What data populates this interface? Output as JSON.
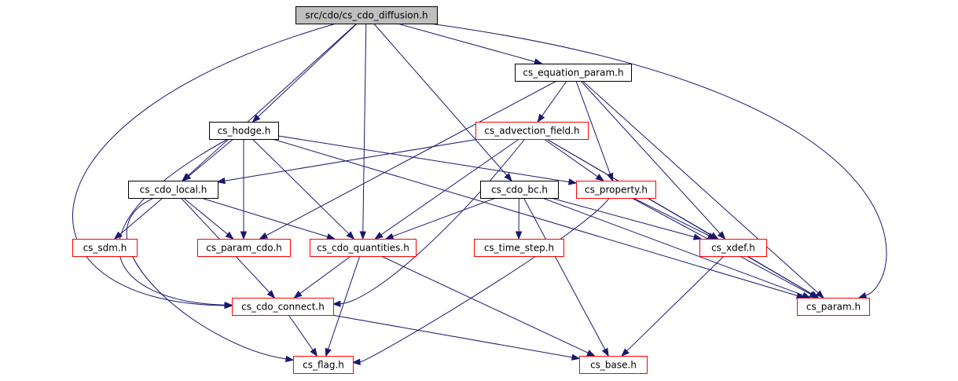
{
  "colors": {
    "root_fill": "#bfbfbf",
    "root_stroke": "#000000",
    "documented_stroke": "#000000",
    "undocumented_stroke": "#ff0000",
    "edge": "#191970"
  },
  "nodes": [
    {
      "id": "root",
      "label": "src/cdo/cs_cdo_diffusion.h",
      "kind": "root"
    },
    {
      "id": "equation_param",
      "label": "cs_equation_param.h",
      "kind": "documented"
    },
    {
      "id": "advection_field",
      "label": "cs_advection_field.h",
      "kind": "undocumented"
    },
    {
      "id": "hodge",
      "label": "cs_hodge.h",
      "kind": "documented"
    },
    {
      "id": "cdo_local",
      "label": "cs_cdo_local.h",
      "kind": "documented"
    },
    {
      "id": "cdo_bc",
      "label": "cs_cdo_bc.h",
      "kind": "documented"
    },
    {
      "id": "property",
      "label": "cs_property.h",
      "kind": "undocumented"
    },
    {
      "id": "sdm",
      "label": "cs_sdm.h",
      "kind": "undocumented"
    },
    {
      "id": "param_cdo",
      "label": "cs_param_cdo.h",
      "kind": "undocumented"
    },
    {
      "id": "cdo_quantities",
      "label": "cs_cdo_quantities.h",
      "kind": "undocumented"
    },
    {
      "id": "time_step",
      "label": "cs_time_step.h",
      "kind": "undocumented"
    },
    {
      "id": "xdef",
      "label": "cs_xdef.h",
      "kind": "undocumented"
    },
    {
      "id": "cdo_connect",
      "label": "cs_cdo_connect.h",
      "kind": "undocumented"
    },
    {
      "id": "param",
      "label": "cs_param.h",
      "kind": "undocumented"
    },
    {
      "id": "flag",
      "label": "cs_flag.h",
      "kind": "undocumented"
    },
    {
      "id": "base",
      "label": "cs_base.h",
      "kind": "undocumented"
    }
  ],
  "edges": [
    [
      "root",
      "equation_param"
    ],
    [
      "root",
      "hodge"
    ],
    [
      "root",
      "cdo_local"
    ],
    [
      "root",
      "cdo_quantities"
    ],
    [
      "root",
      "cdo_bc"
    ],
    [
      "root",
      "param"
    ],
    [
      "root",
      "cdo_connect"
    ],
    [
      "equation_param",
      "advection_field"
    ],
    [
      "equation_param",
      "property"
    ],
    [
      "equation_param",
      "xdef"
    ],
    [
      "equation_param",
      "param"
    ],
    [
      "equation_param",
      "param_cdo"
    ],
    [
      "advection_field",
      "cdo_local"
    ],
    [
      "advection_field",
      "cdo_quantities"
    ],
    [
      "advection_field",
      "cdo_connect"
    ],
    [
      "advection_field",
      "property"
    ],
    [
      "advection_field",
      "xdef"
    ],
    [
      "advection_field",
      "param"
    ],
    [
      "hodge",
      "cdo_local"
    ],
    [
      "hodge",
      "param_cdo"
    ],
    [
      "hodge",
      "cdo_quantities"
    ],
    [
      "hodge",
      "property"
    ],
    [
      "hodge",
      "param"
    ],
    [
      "hodge",
      "cdo_connect"
    ],
    [
      "cdo_local",
      "sdm"
    ],
    [
      "cdo_local",
      "param_cdo"
    ],
    [
      "cdo_local",
      "cdo_quantities"
    ],
    [
      "cdo_local",
      "cdo_connect"
    ],
    [
      "cdo_local",
      "flag"
    ],
    [
      "cdo_bc",
      "cdo_quantities"
    ],
    [
      "cdo_bc",
      "time_step"
    ],
    [
      "cdo_bc",
      "xdef"
    ],
    [
      "cdo_bc",
      "param"
    ],
    [
      "cdo_bc",
      "base"
    ],
    [
      "property",
      "xdef"
    ],
    [
      "property",
      "param"
    ],
    [
      "property",
      "flag"
    ],
    [
      "cdo_quantities",
      "cdo_connect"
    ],
    [
      "cdo_quantities",
      "flag"
    ],
    [
      "cdo_quantities",
      "base"
    ],
    [
      "xdef",
      "param"
    ],
    [
      "xdef",
      "base"
    ],
    [
      "cdo_connect",
      "flag"
    ],
    [
      "cdo_connect",
      "base"
    ]
  ]
}
